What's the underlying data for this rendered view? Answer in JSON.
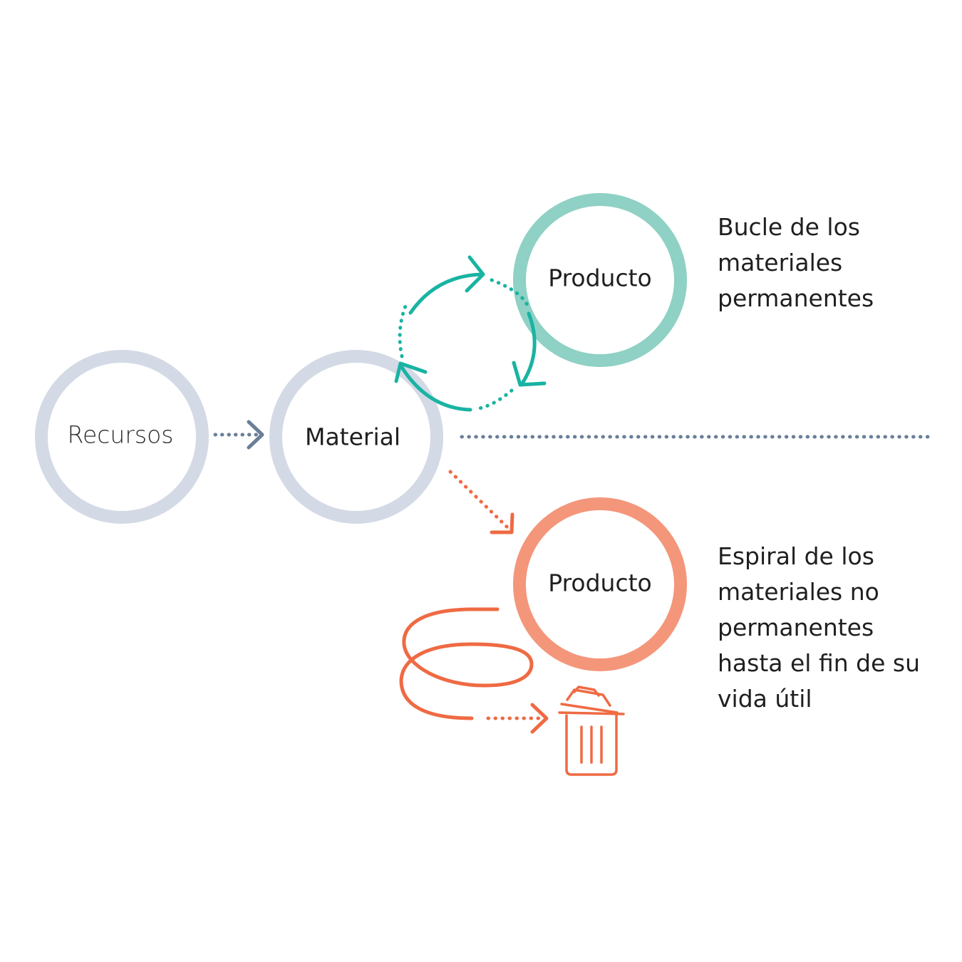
{
  "nodes": {
    "resources": {
      "label": "Recursos",
      "color": "#d3dae5"
    },
    "material": {
      "label": "Material",
      "color": "#d3dae5"
    },
    "product_loop": {
      "label": "Producto",
      "color": "#8fd1c4"
    },
    "product_spiral": {
      "label": "Producto",
      "color": "#f4967a"
    }
  },
  "captions": {
    "loop": [
      "Bucle de los",
      "materiales",
      "permanentes"
    ],
    "spiral": [
      "Espiral de los",
      "materiales no",
      "permanentes",
      "hasta el fin de su",
      "vida útil"
    ]
  },
  "colors": {
    "flow_arrow": "#6a7e98",
    "loop_arrow": "#19b3a3",
    "spiral_arrow": "#ef6a43",
    "trash_icon": "#ef6a43"
  },
  "icons": {
    "loop": "cycle-arrows-icon",
    "spiral": "spiral-arrow-icon",
    "trash": "trash-can-icon"
  }
}
